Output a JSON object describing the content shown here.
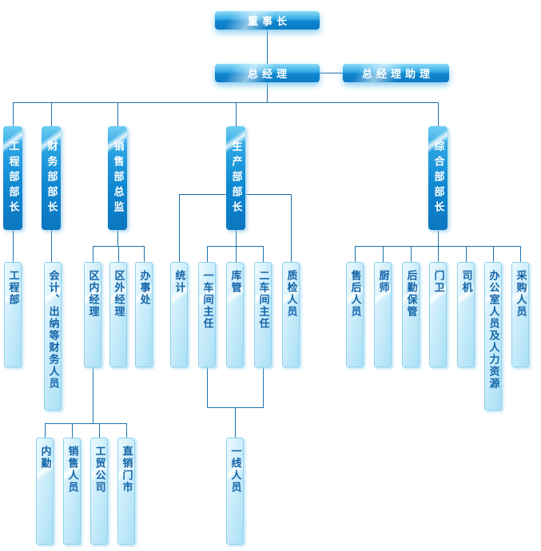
{
  "palette": {
    "box_blue_dark": "#0d7ac2",
    "box_blue_light": "#6fcdf4",
    "light_box_fill": "#cfeefb",
    "light_box_border": "#8ed2f0",
    "connector_line": "#1e73b0",
    "text_on_blue": "#ffffff",
    "text_on_light": "#1464a8"
  },
  "org": {
    "chairman": {
      "label": "董事长"
    },
    "general_manager": {
      "label": "总经理"
    },
    "gm_assistant": {
      "label": "总经理助理"
    },
    "departments": [
      {
        "label": "工程部部长",
        "children": [
          {
            "label": "工程部"
          }
        ]
      },
      {
        "label": "财务部部长",
        "children": [
          {
            "label": "会计、出纳等财务人员"
          }
        ]
      },
      {
        "label": "销售部总监",
        "children": [
          {
            "label": "区内经理",
            "children": [
              {
                "label": "内勤"
              },
              {
                "label": "销售人员"
              },
              {
                "label": "工贸公司"
              },
              {
                "label": "直销门市"
              }
            ]
          },
          {
            "label": "区外经理"
          },
          {
            "label": "办事处"
          }
        ]
      },
      {
        "label": "生产部部长",
        "children": [
          {
            "label": "统计"
          },
          {
            "label": "一车间主任"
          },
          {
            "label": "库管"
          },
          {
            "label": "二车间主任"
          },
          {
            "label": "质检人员"
          }
        ],
        "frontline": {
          "label": "一线人员"
        }
      },
      {
        "label": "综合部部长",
        "children": [
          {
            "label": "售后人员"
          },
          {
            "label": "厨师"
          },
          {
            "label": "后勤保管"
          },
          {
            "label": "门卫"
          },
          {
            "label": "司机"
          },
          {
            "label": "办公室人员及人力资源"
          },
          {
            "label": "采购人员"
          }
        ]
      }
    ]
  }
}
